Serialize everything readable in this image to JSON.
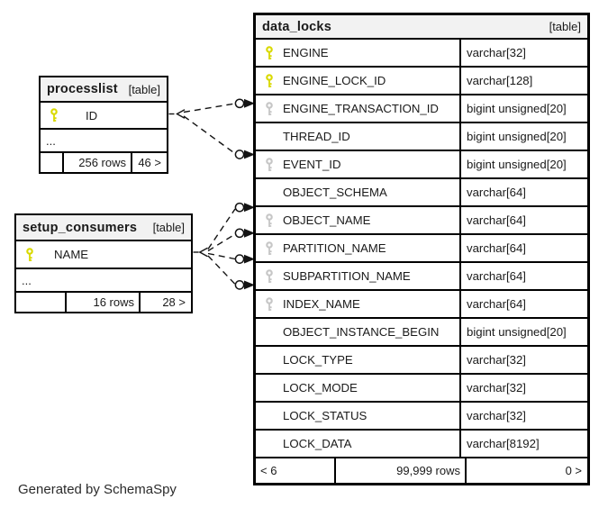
{
  "diagram": {
    "generated_note": "Generated by SchemaSpy",
    "accent_colors": {
      "primary_key": "#d9d900",
      "foreign_key": "#c6c6c6",
      "header_bg": "#f2f2f2",
      "border": "#000000"
    }
  },
  "tables": {
    "data_locks": {
      "title": "data_locks",
      "tag": "[table]",
      "columns": [
        {
          "name": "ENGINE",
          "type": "varchar[32]",
          "key": "pk"
        },
        {
          "name": "ENGINE_LOCK_ID",
          "type": "varchar[128]",
          "key": "pk"
        },
        {
          "name": "ENGINE_TRANSACTION_ID",
          "type": "bigint unsigned[20]",
          "key": "fk"
        },
        {
          "name": "THREAD_ID",
          "type": "bigint unsigned[20]",
          "key": "none"
        },
        {
          "name": "EVENT_ID",
          "type": "bigint unsigned[20]",
          "key": "fk"
        },
        {
          "name": "OBJECT_SCHEMA",
          "type": "varchar[64]",
          "key": "none"
        },
        {
          "name": "OBJECT_NAME",
          "type": "varchar[64]",
          "key": "fk"
        },
        {
          "name": "PARTITION_NAME",
          "type": "varchar[64]",
          "key": "fk"
        },
        {
          "name": "SUBPARTITION_NAME",
          "type": "varchar[64]",
          "key": "fk"
        },
        {
          "name": "INDEX_NAME",
          "type": "varchar[64]",
          "key": "fk"
        },
        {
          "name": "OBJECT_INSTANCE_BEGIN",
          "type": "bigint unsigned[20]",
          "key": "none"
        },
        {
          "name": "LOCK_TYPE",
          "type": "varchar[32]",
          "key": "none"
        },
        {
          "name": "LOCK_MODE",
          "type": "varchar[32]",
          "key": "none"
        },
        {
          "name": "LOCK_STATUS",
          "type": "varchar[32]",
          "key": "none"
        },
        {
          "name": "LOCK_DATA",
          "type": "varchar[8192]",
          "key": "none"
        }
      ],
      "footer": {
        "related_in": "< 6",
        "rows": "99,999 rows",
        "related_out": "0 >"
      }
    },
    "processlist": {
      "title": "processlist",
      "tag": "[table]",
      "columns": [
        {
          "name": "ID",
          "key": "pk"
        }
      ],
      "ellipsis": "...",
      "footer": {
        "related_in": "",
        "rows": "256 rows",
        "related_out": "46 >"
      }
    },
    "setup_consumers": {
      "title": "setup_consumers",
      "tag": "[table]",
      "columns": [
        {
          "name": "NAME",
          "key": "pk"
        }
      ],
      "ellipsis": "...",
      "footer": {
        "related_in": "",
        "rows": "16 rows",
        "related_out": "28 >"
      }
    }
  },
  "relationships": [
    {
      "from": "processlist.ID",
      "to": "data_locks.ENGINE_TRANSACTION_ID",
      "style": "implied-dashed"
    },
    {
      "from": "processlist.ID",
      "to": "data_locks.EVENT_ID",
      "style": "implied-dashed"
    },
    {
      "from": "setup_consumers.NAME",
      "to": "data_locks.OBJECT_NAME",
      "style": "implied-dashed"
    },
    {
      "from": "setup_consumers.NAME",
      "to": "data_locks.PARTITION_NAME",
      "style": "implied-dashed"
    },
    {
      "from": "setup_consumers.NAME",
      "to": "data_locks.SUBPARTITION_NAME",
      "style": "implied-dashed"
    },
    {
      "from": "setup_consumers.NAME",
      "to": "data_locks.INDEX_NAME",
      "style": "implied-dashed"
    }
  ]
}
